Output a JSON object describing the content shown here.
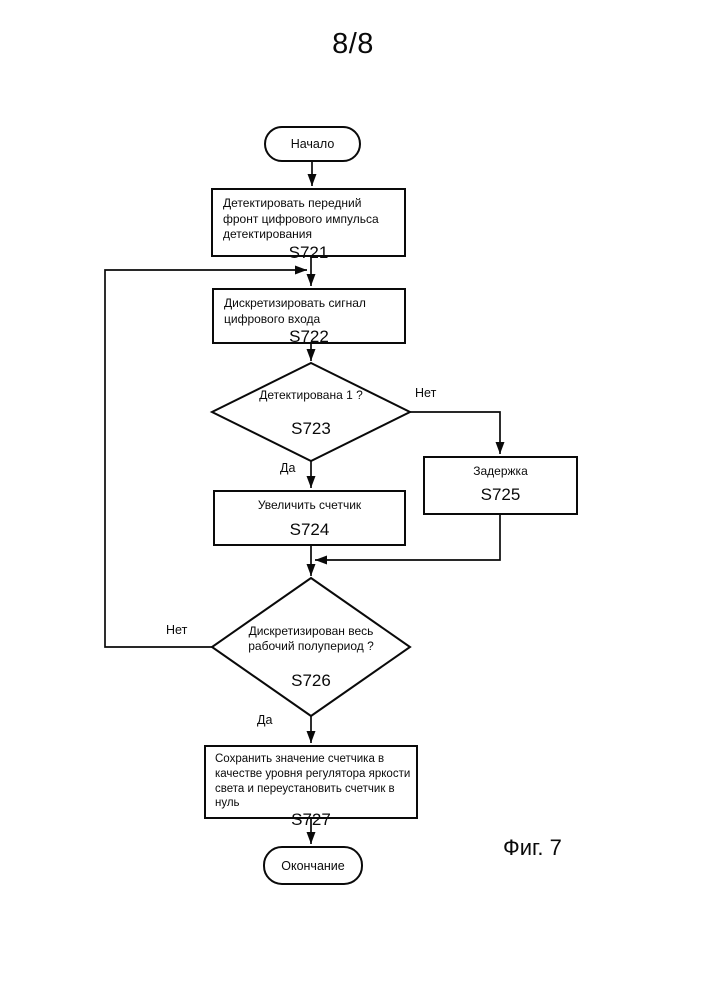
{
  "page": {
    "sheet_label": "8/8",
    "figure_label": "Фиг. 7",
    "background_color": "#ffffff",
    "line_color": "#000000"
  },
  "flowchart": {
    "start": {
      "label": "Начало"
    },
    "end": {
      "label": "Окончание"
    },
    "steps": {
      "s721": {
        "text": "Детектировать передний фронт цифрового импульса детектирования",
        "id": "S721"
      },
      "s722": {
        "text": "Дискретизировать сигнал цифрового входа",
        "id": "S722"
      },
      "s723": {
        "text": "Детектирована 1 ?",
        "id": "S723"
      },
      "s724": {
        "text": "Увеличить счетчик",
        "id": "S724"
      },
      "s725": {
        "text": "Задержка",
        "id": "S725"
      },
      "s726": {
        "text": "Дискретизирован весь рабочий полупериод ?",
        "id": "S726"
      },
      "s727": {
        "text": "Сохранить значение счетчика в качестве уровня регулятора яркости света и переустановить счетчик в нуль",
        "id": "S727"
      }
    },
    "edge_labels": {
      "yes": "Да",
      "no": "Нет"
    }
  }
}
